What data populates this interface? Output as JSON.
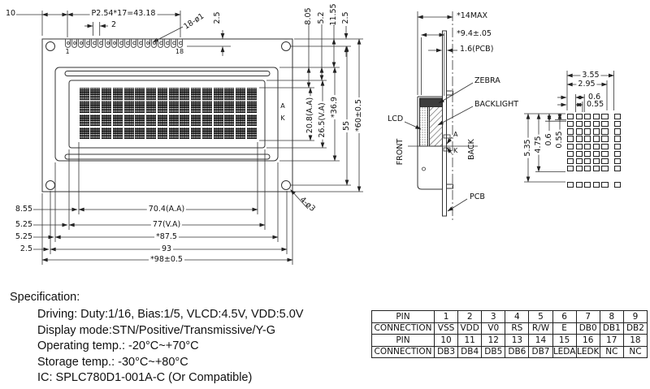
{
  "front_view": {
    "pin_numbers": {
      "first": "1",
      "last": "18"
    },
    "led_terminals": {
      "anode": "A",
      "cathode": "K"
    },
    "dims": {
      "left_offset": "10",
      "pin_pitch": "P2.54*17=43.18",
      "pin_width": "2",
      "pin_holes": "18-ø1",
      "pad_offset": "2.5",
      "right_top": [
        "8.05",
        "5.2",
        "11.55",
        "2.5"
      ],
      "heights": [
        "20.8(A.A)",
        "26.5(V.A)",
        "*36.9",
        "55",
        "*60±0.5"
      ],
      "left_bottom": [
        "8.55",
        "5.25",
        "5.25",
        "2.5"
      ],
      "widths": [
        "70.4(A.A)",
        "77(V.A)",
        "*87.5",
        "93",
        "*98±0.5"
      ],
      "mount_holes": "4-ø3"
    }
  },
  "side_view": {
    "dims": {
      "depth_max": "*14MAX",
      "depth": "*9.4±.05",
      "pcb_thickness": "1.6(PCB)"
    },
    "labels": {
      "zebra": "ZEBRA",
      "backlight": "BACKLIGHT",
      "lcd": "LCD",
      "front": "FRONT",
      "back": "BACK",
      "pcb": "PCB",
      "anode": "A",
      "cathode": "K"
    }
  },
  "dot_detail": {
    "dims": {
      "char_pitch_h": "3.55",
      "char_width": "2.95",
      "dot_pitch_h": "0.6",
      "dot_width": "0.55",
      "char_pitch_v": "5.35",
      "char_height": "4.75",
      "dot_pitch_v": "0.6",
      "dot_height": "0.55"
    }
  },
  "specification": {
    "title": "Specification:",
    "lines": [
      "Driving: Duty:1/16, Bias:1/5, VLCD:4.5V, VDD:5.0V",
      "Display mode:STN/Positive/Transmissive/Y-G",
      "Operating temp.: -20°C~+70°C",
      "Storage temp.: -30°C~+80°C",
      "IC: SPLC780D1-001A-C (Or Compatible)"
    ]
  },
  "pin_table": {
    "rows": [
      [
        "PIN",
        "1",
        "2",
        "3",
        "4",
        "5",
        "6",
        "7",
        "8",
        "9"
      ],
      [
        "CONNECTION",
        "VSS",
        "VDD",
        "V0",
        "RS",
        "R/W",
        "E",
        "DB0",
        "DB1",
        "DB2"
      ],
      [
        "PIN",
        "10",
        "11",
        "12",
        "13",
        "14",
        "15",
        "16",
        "17",
        "18"
      ],
      [
        "CONNECTION",
        "DB3",
        "DB4",
        "DB5",
        "DB6",
        "DB7",
        "LEDA",
        "LEDK",
        "NC",
        "NC"
      ]
    ]
  }
}
